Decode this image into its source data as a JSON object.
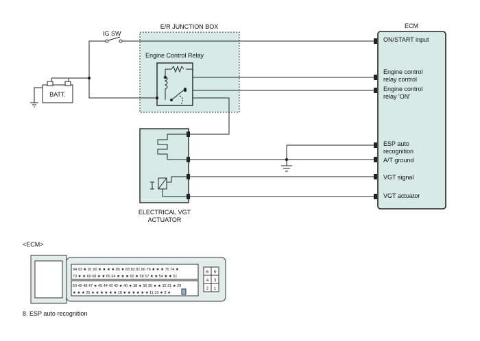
{
  "labels": {
    "ecm_title": "ECM",
    "junction_box": "E/R JUNCTION BOX",
    "relay": "Engine Control Relay",
    "ig_sw": "IG SW",
    "battery": "BATT.",
    "actuator_line1": "ELECTRICAL VGT",
    "actuator_line2": "ACTUATOR",
    "connector_title": "<ECM>",
    "footnote": "8. ESP auto recognition"
  },
  "ecm_pins": [
    {
      "line1": "ON/START input",
      "line2": ""
    },
    {
      "line1": "Engine control",
      "line2": "relay control"
    },
    {
      "line1": "Engine control",
      "line2": "relay 'ON'"
    },
    {
      "line1": "ESP auto",
      "line2": "recognition"
    },
    {
      "line1": "A/T ground",
      "line2": ""
    },
    {
      "line1": "VGT signal",
      "line2": ""
    },
    {
      "line1": "VGT actuator",
      "line2": ""
    }
  ],
  "connector": {
    "row1": "94 93 ★ 91 90 ★ ★ ★ ★ 85 ★ 83 82 81 80 79 ★ ★ ★ 75 74 ★",
    "row2": "73 ★ ★ 69 68 ★ ★ 65 64 ★ ★ ★ 60 ★ 58 57 ★ ★ 54 ★ ★ 51",
    "row3": "50 49 48 47 ★ 45 44 43 42 ★ 40 ★ 38 ★ 36 35 ★ ★ 32 31 ★ 29",
    "row4": "★ ★ ★ 25 ★ ★ ★ ★ ★ ★ 18 ★ ★ ★ ★ ★ ★ 11 10 ★ 8 ★",
    "small_pins": [
      "6",
      "5",
      "4",
      "3",
      "2",
      "1"
    ],
    "highlight_pin": "8"
  },
  "colors": {
    "wire": "#222222",
    "junction_fill": "#d6ebe6",
    "ecm_fill": "#d6ebe6",
    "connector_fill": "#e2ecea",
    "highlight": "#8fb6d9"
  }
}
